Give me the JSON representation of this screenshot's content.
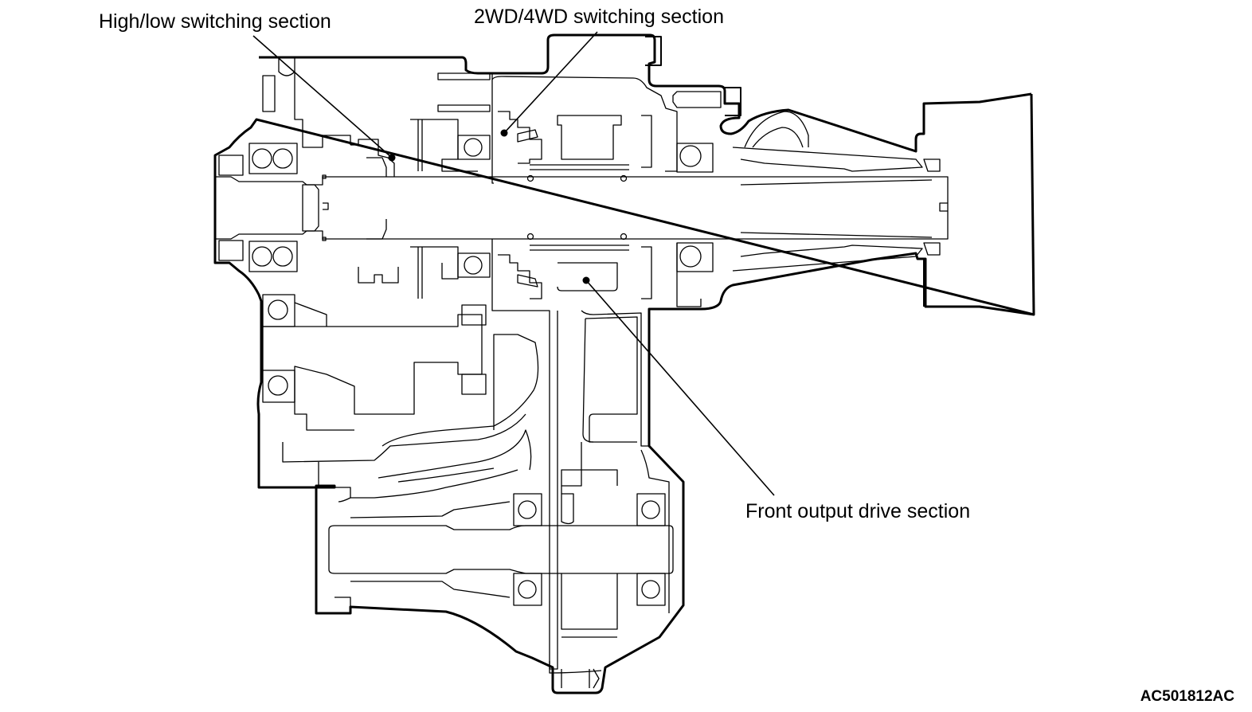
{
  "figure": {
    "id": "AC501812AC",
    "subject": "Transfer case cross-section"
  },
  "labels": {
    "high_low": "High/low switching section",
    "two_four_wd": "2WD/4WD switching section",
    "front_output": "Front output drive section"
  },
  "colors": {
    "line": "#000000",
    "background": "#ffffff"
  }
}
